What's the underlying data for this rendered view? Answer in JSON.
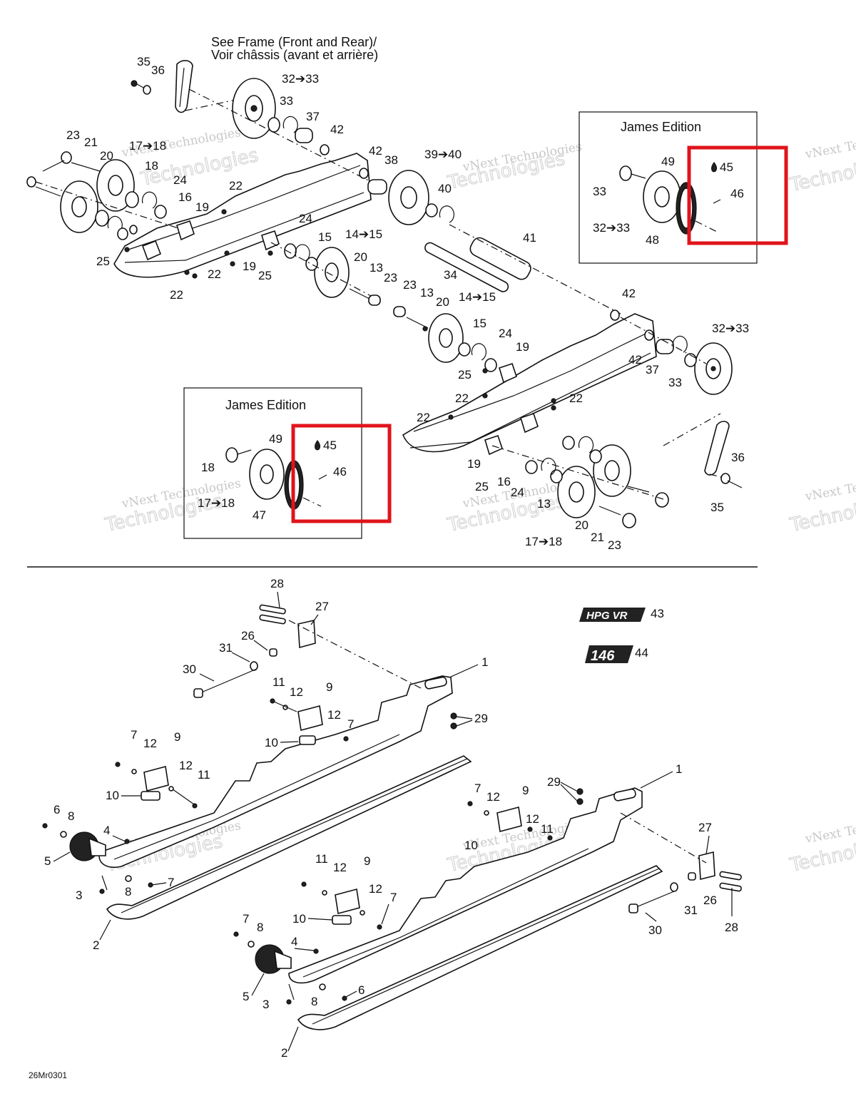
{
  "frame_note": {
    "line1": "See Frame (Front and Rear)/",
    "line2": "Voir châssis (avant et arrière)"
  },
  "inset_top": {
    "title": "James Edition"
  },
  "inset_bottom": {
    "title": "James Edition"
  },
  "emblems": {
    "hpg_vr_text": "HPG VR",
    "badge_text": "146"
  },
  "diagram_code": "26Mr0301",
  "watermark": {
    "line1": "vNext Technologies",
    "line2": "Technologies"
  },
  "colors": {
    "highlight": "#e0141b",
    "line": "#111111"
  },
  "callouts": {
    "c35a": "35",
    "c36a": "36",
    "c32_33a": "32➔33",
    "c33a": "33",
    "c37a": "37",
    "c42a": "42",
    "c42b": "42",
    "c38": "38",
    "c39_40": "39➔40",
    "c40": "40",
    "c41": "41",
    "c34": "34",
    "c23a": "23",
    "c21a": "21",
    "c20a": "20",
    "c17_18a": "17➔18",
    "c18a": "18",
    "c24a": "24",
    "c16a": "16",
    "c19a": "19",
    "c22a": "22",
    "c22b": "22",
    "c22c": "22",
    "c25a": "25",
    "c19b": "19",
    "c25b": "25",
    "c24b": "24",
    "c15a": "15",
    "c14_15a": "14➔15",
    "c20b": "20",
    "c13a": "13",
    "c23b": "23",
    "c23c": "23",
    "c13b": "13",
    "c20c": "20",
    "c14_15b": "14➔15",
    "c15b": "15",
    "c24c": "24",
    "c19c": "19",
    "c25c": "25",
    "c22d": "22",
    "c22e": "22",
    "c22f": "22",
    "c42c": "42",
    "c32_33b": "32➔33",
    "c42d": "42",
    "c37b": "37",
    "c33b": "33",
    "c36b": "36",
    "c35b": "35",
    "c19d": "19",
    "c16b": "16",
    "c25d": "25",
    "c24d": "24",
    "c13c": "13",
    "c20d": "20",
    "c21b": "21",
    "c23d": "23",
    "c17_18b": "17➔18",
    "t49": "49",
    "t33": "33",
    "t32_33": "32➔33",
    "t48": "48",
    "t45": "45",
    "t46": "46",
    "b49": "49",
    "b18": "18",
    "b17_18": "17➔18",
    "b47": "47",
    "b45": "45",
    "b46": "46",
    "d28a": "28",
    "d27a": "27",
    "d26a": "26",
    "d31a": "31",
    "d30a": "30",
    "d1a": "1",
    "d11a": "11",
    "d12a": "12",
    "d9a": "9",
    "d12b": "12",
    "d7a": "7",
    "d29a": "29",
    "d10a": "10",
    "d7b": "7",
    "d12c": "12",
    "d9b": "9",
    "d12d": "12",
    "d11b": "11",
    "d10b": "10",
    "d6a": "6",
    "d8a": "8",
    "d4a": "4",
    "d5a": "5",
    "d7c": "7",
    "d3a": "3",
    "d8b": "8",
    "d2a": "2",
    "d43": "43",
    "d44": "44",
    "d7d": "7",
    "d12e": "12",
    "d9c": "9",
    "d29b": "29",
    "d1b": "1",
    "d12f": "12",
    "d11c": "11",
    "d10c": "10",
    "d27b": "27",
    "d11d": "11",
    "d12g": "12",
    "d9d": "9",
    "d12h": "12",
    "d7e": "7",
    "d26b": "26",
    "d31b": "31",
    "d28b": "28",
    "d10d": "10",
    "d30b": "30",
    "d7f": "7",
    "d8c": "8",
    "d4b": "4",
    "d5b": "5",
    "d3b": "3",
    "d8d": "8",
    "d6b": "6",
    "d2b": "2"
  }
}
